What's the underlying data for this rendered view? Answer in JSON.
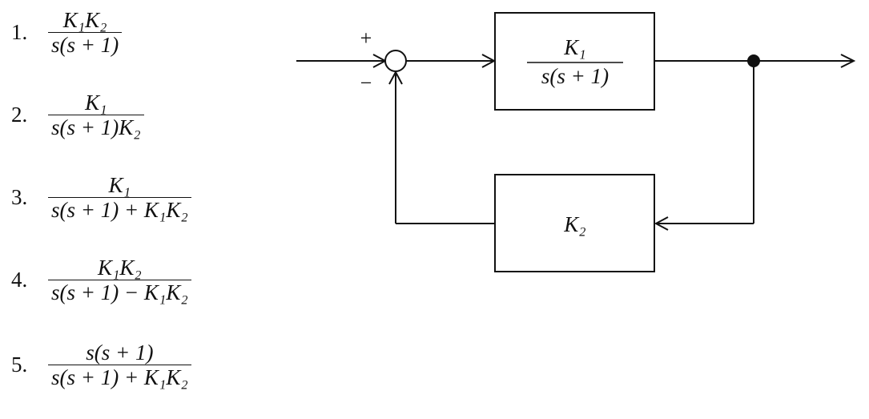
{
  "options": [
    {
      "number": "1.",
      "num": "K₁K₂",
      "den": "s(s + 1)"
    },
    {
      "number": "2.",
      "num": "K₁",
      "den": "s(s + 1)K₂"
    },
    {
      "number": "3.",
      "num": "K₁",
      "den": "s(s + 1) + K₁K₂"
    },
    {
      "number": "4.",
      "num": "K₁K₂",
      "den": "s(s + 1) − K₁K₂"
    },
    {
      "number": "5.",
      "num": "s(s + 1)",
      "den": "s(s + 1) + K₁K₂"
    }
  ],
  "diagram": {
    "plus_sign": "+",
    "minus_sign": "−",
    "forward_block": {
      "num": "K₁",
      "den": "s(s + 1)"
    },
    "feedback_block": {
      "label": "K₂"
    }
  }
}
